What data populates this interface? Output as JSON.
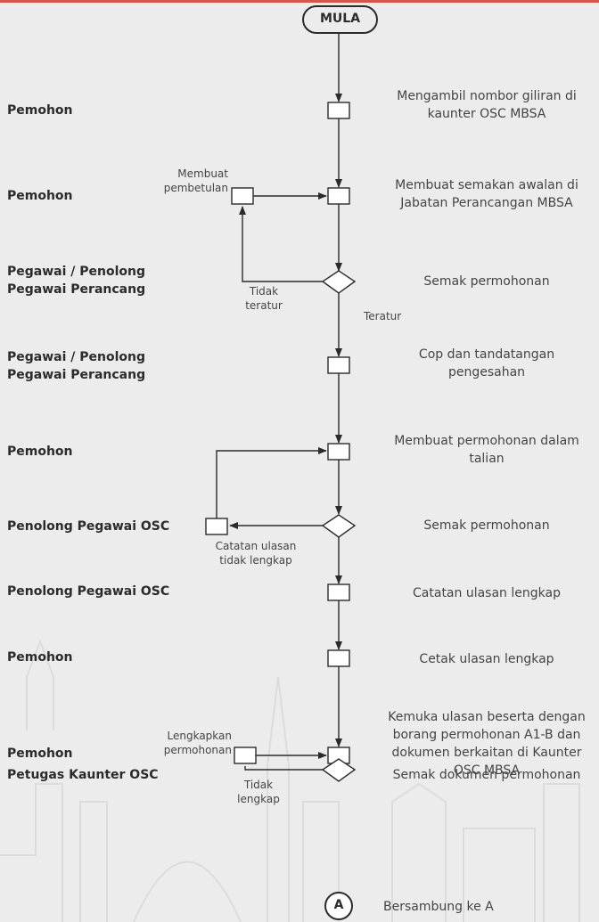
{
  "start": {
    "label": "MULA"
  },
  "end": {
    "connector": "A",
    "label": "Bersambung ke A"
  },
  "steps": [
    {
      "role": "Pemohon",
      "desc": [
        "Mengambil nombor giliran di",
        "kaunter OSC MBSA"
      ]
    },
    {
      "role": "Pemohon",
      "desc": [
        "Membuat semakan awalan di",
        "Jabatan Perancangan MBSA"
      ]
    },
    {
      "role": [
        "Pegawai / Penolong",
        "Pegawai Perancang"
      ],
      "desc": [
        "Semak permohonan"
      ]
    },
    {
      "role": [
        "Pegawai / Penolong",
        "Pegawai Perancang"
      ],
      "desc": [
        "Cop dan tandatangan",
        "pengesahan"
      ]
    },
    {
      "role": "Pemohon",
      "desc": [
        "Membuat permohonan dalam",
        "talian"
      ]
    },
    {
      "role": "Penolong Pegawai OSC",
      "desc": [
        "Semak permohonan"
      ]
    },
    {
      "role": "Penolong Pegawai OSC",
      "desc": [
        "Catatan ulasan lengkap"
      ]
    },
    {
      "role": "Pemohon",
      "desc": [
        "Cetak ulasan lengkap"
      ]
    },
    {
      "role": "Pemohon",
      "desc": [
        "Kemuka ulasan beserta dengan",
        "borang permohonan A1-B dan",
        "dokumen berkaitan di Kaunter",
        "OSC MBSA"
      ]
    },
    {
      "role": "Petugas Kaunter OSC",
      "desc": [
        "Semak dokumen permohonan"
      ]
    }
  ],
  "side_labels": {
    "membuat_pembetulan": [
      "Membuat",
      "pembetulan"
    ],
    "tidak_teratur": [
      "Tidak",
      "teratur"
    ],
    "teratur": "Teratur",
    "catatan_tidak_lengkap": [
      "Catatan ulasan",
      "tidak lengkap"
    ],
    "lengkapkan_permohonan": [
      "Lengkapkan",
      "permohonan"
    ],
    "tidak_lengkap": [
      "Tidak",
      "lengkap"
    ]
  },
  "colors": {
    "accent_bar": "#d9534f",
    "background": "#ececec",
    "line": "#2b2b2b"
  }
}
